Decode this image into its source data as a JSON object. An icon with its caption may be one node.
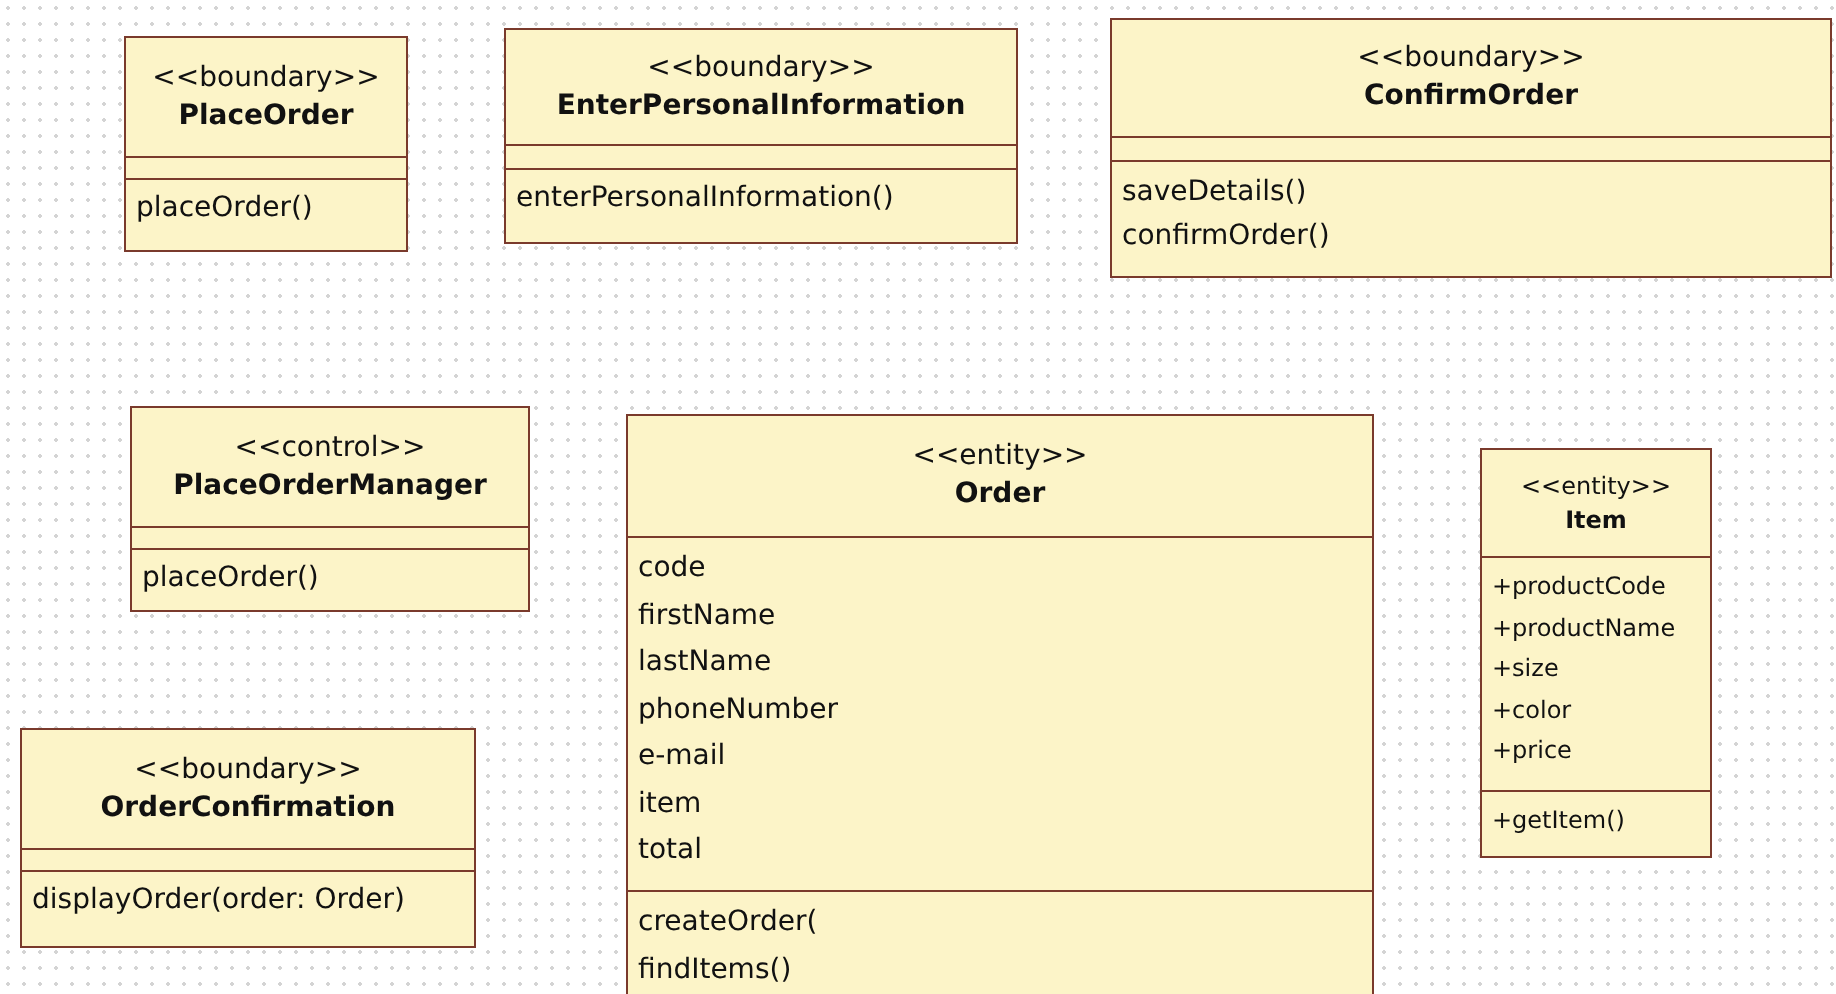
{
  "diagram": {
    "nodes": [
      {
        "text": [
          "<<boundary>>",
          "PlaceOrder",
          "placeOrder()"
        ]
      },
      {
        "text": [
          "<<boundary>>",
          "EnterPersonalInformation",
          "enterPersonalInformation()"
        ]
      },
      {
        "text": [
          "<<boundary>>",
          "ConfirmOrder",
          "saveDetails()",
          "confirmOrder()"
        ]
      },
      {
        "text": [
          "<<control>>",
          "PlaceOrderManager",
          "placeOrder()"
        ]
      },
      {
        "text": [
          "<<entity>>",
          "Order",
          "code",
          "firstName",
          "lastName",
          "phoneNumber",
          "e-mail",
          "item",
          "total",
          "createOrder(",
          "findItems()"
        ]
      },
      {
        "text": [
          "<<entity>>",
          "Item",
          "+productCode",
          "+productName",
          "+size",
          "+color",
          "+price",
          "+getItem()"
        ]
      },
      {
        "text": [
          "<<boundary>>",
          "OrderConfirmation",
          "displayOrder(order: Order)"
        ]
      }
    ]
  }
}
